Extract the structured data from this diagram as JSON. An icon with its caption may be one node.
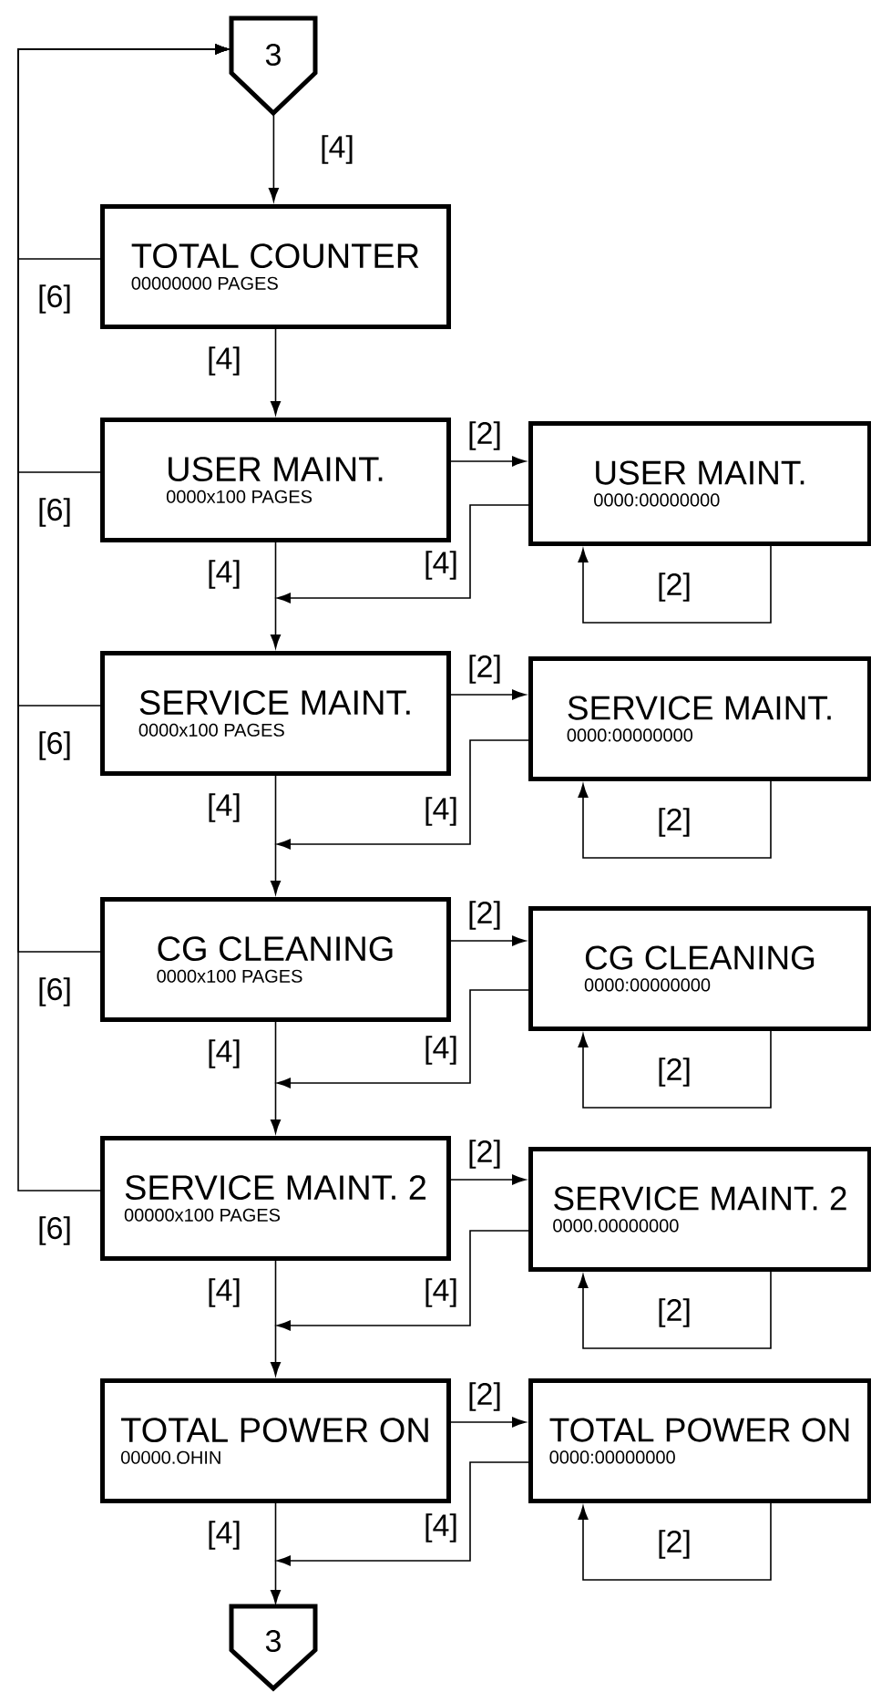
{
  "diagram": {
    "nodes": [
      {
        "text": [
          "3"
        ]
      },
      {
        "text": [
          "TOTAL COUNTER",
          "00000000 PAGES"
        ]
      },
      {
        "text": [
          "USER MAINT.",
          "0000x100 PAGES"
        ]
      },
      {
        "text": [
          "USER MAINT.",
          "0000:00000000"
        ]
      },
      {
        "text": [
          "SERVICE MAINT.",
          "0000x100 PAGES"
        ]
      },
      {
        "text": [
          "SERVICE MAINT.",
          "0000:00000000"
        ]
      },
      {
        "text": [
          "CG CLEANING",
          "0000x100 PAGES"
        ]
      },
      {
        "text": [
          "CG CLEANING",
          "0000:00000000"
        ]
      },
      {
        "text": [
          "SERVICE MAINT. 2",
          "00000x100 PAGES"
        ]
      },
      {
        "text": [
          "SERVICE MAINT. 2",
          "0000.00000000"
        ]
      },
      {
        "text": [
          "TOTAL POWER ON",
          "00000.OHIN"
        ]
      },
      {
        "text": [
          "TOTAL POWER ON",
          "0000:00000000"
        ]
      },
      {
        "text": [
          "3"
        ]
      }
    ],
    "edges": [
      {
        "from": 0,
        "to": 1,
        "arrow": "to",
        "label": "[4]"
      },
      {
        "from": 1,
        "to": 2,
        "arrow": "to",
        "label": "[4]"
      },
      {
        "from": 1,
        "to": 0,
        "arrow": "to",
        "label": "[6]"
      },
      {
        "from": 2,
        "to": 3,
        "arrow": "to",
        "label": "[2]"
      },
      {
        "from": 3,
        "to": 3,
        "arrow": "to",
        "label": "[2]"
      },
      {
        "from": 3,
        "to": 4,
        "arrow": "to",
        "label": "[4]"
      },
      {
        "from": 2,
        "to": 4,
        "arrow": "to",
        "label": "[4]"
      },
      {
        "from": 2,
        "to": 0,
        "arrow": "to",
        "label": "[6]"
      },
      {
        "from": 4,
        "to": 5,
        "arrow": "to",
        "label": "[2]"
      },
      {
        "from": 5,
        "to": 5,
        "arrow": "to",
        "label": "[2]"
      },
      {
        "from": 5,
        "to": 6,
        "arrow": "to",
        "label": "[4]"
      },
      {
        "from": 4,
        "to": 6,
        "arrow": "to",
        "label": "[4]"
      },
      {
        "from": 4,
        "to": 0,
        "arrow": "to",
        "label": "[6]"
      },
      {
        "from": 6,
        "to": 7,
        "arrow": "to",
        "label": "[2]"
      },
      {
        "from": 7,
        "to": 7,
        "arrow": "to",
        "label": "[2]"
      },
      {
        "from": 7,
        "to": 8,
        "arrow": "to",
        "label": "[4]"
      },
      {
        "from": 6,
        "to": 8,
        "arrow": "to",
        "label": "[4]"
      },
      {
        "from": 6,
        "to": 0,
        "arrow": "to",
        "label": "[6]"
      },
      {
        "from": 8,
        "to": 9,
        "arrow": "to",
        "label": "[2]"
      },
      {
        "from": 9,
        "to": 9,
        "arrow": "to",
        "label": "[2]"
      },
      {
        "from": 9,
        "to": 10,
        "arrow": "to",
        "label": "[4]"
      },
      {
        "from": 8,
        "to": 10,
        "arrow": "to",
        "label": "[4]"
      },
      {
        "from": 8,
        "to": 0,
        "arrow": "to",
        "label": "[6]"
      },
      {
        "from": 10,
        "to": 11,
        "arrow": "to",
        "label": "[2]"
      },
      {
        "from": 11,
        "to": 11,
        "arrow": "to",
        "label": "[2]"
      },
      {
        "from": 11,
        "to": 12,
        "arrow": "to",
        "label": "[4]"
      },
      {
        "from": 10,
        "to": 12,
        "arrow": "to",
        "label": "[4]"
      }
    ]
  }
}
